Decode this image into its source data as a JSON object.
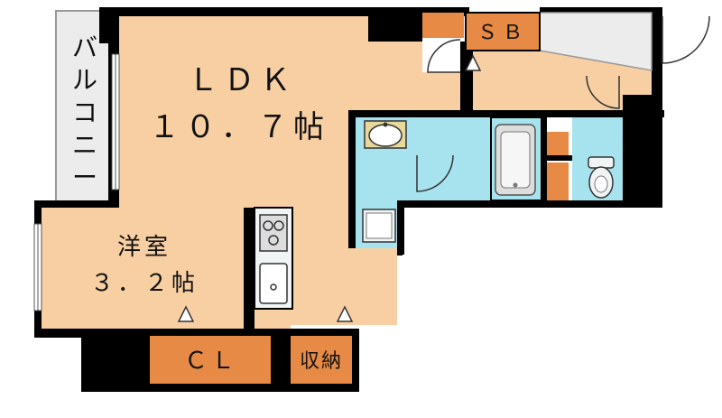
{
  "rooms": {
    "ldk": {
      "name": "ＬＤＫ",
      "size": "１０．７帖"
    },
    "western": {
      "name": "洋室",
      "size": "３．２帖"
    },
    "closet": {
      "name": "ＣＬ"
    },
    "storage": {
      "name": "収納"
    },
    "shoe_box": {
      "name": "ＳＢ"
    },
    "balcony": {
      "chars": [
        "バ",
        "ル",
        "コ",
        "ニ",
        "ー"
      ]
    }
  },
  "colors": {
    "room_floor": "#f8cfa3",
    "wet_area": "#a6e3ee",
    "storage": "#e68a45",
    "wall": "#000000",
    "balcony": "#ececec",
    "fixture": "#f0f4f4"
  }
}
